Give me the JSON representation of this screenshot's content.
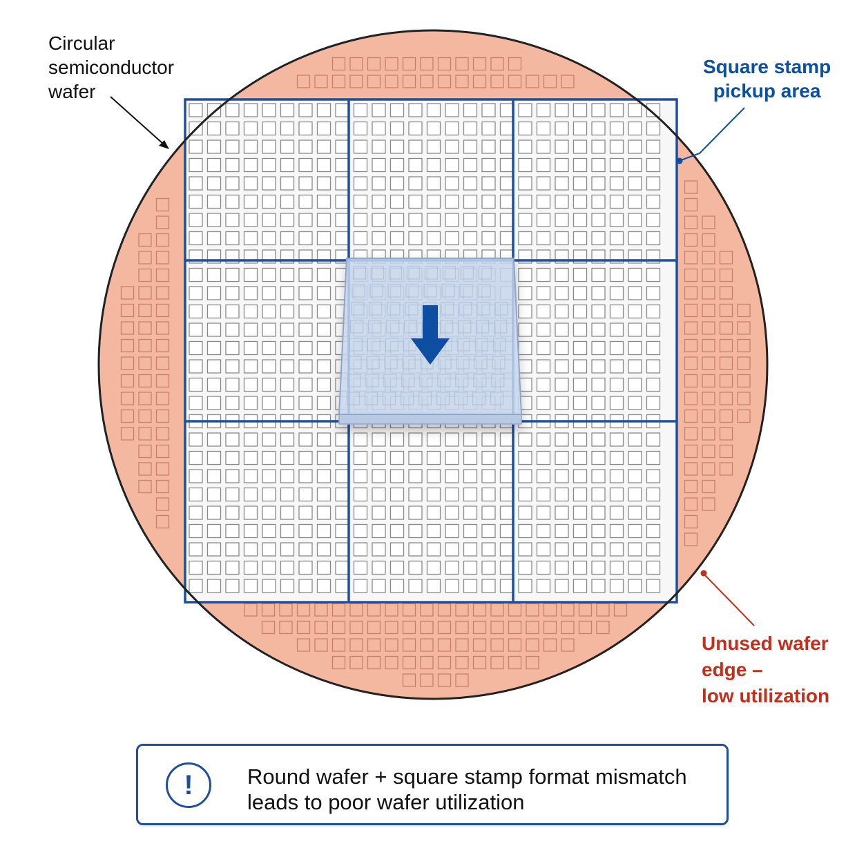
{
  "labels": {
    "wafer": [
      "Circular",
      "semiconductor",
      "wafer"
    ],
    "stamp": [
      "Square stamp",
      "pickup area"
    ],
    "unused": [
      "Unused wafer",
      "edge –",
      "low utilization"
    ]
  },
  "callout": {
    "icon": "!",
    "icon_name": "exclamation-circle-icon",
    "lines": [
      "Round wafer + square stamp format mismatch",
      "leads to poor wafer utilization"
    ]
  },
  "icons": {
    "stamp_arrow": "down-arrow-icon"
  },
  "colors": {
    "wafer_edge_fill": "#f4b7a0",
    "edge_die_stroke": "#c9806a",
    "stamp_region_fill": "#f7f7f7",
    "die_stroke": "#8a8a8a",
    "stamp_grid_blue": "#1f4f9a",
    "stamp_overlay": "#c9d9ef",
    "arrow_blue": "#0b4ea2",
    "label_blue": "#0b4ea2",
    "label_red": "#c0301c",
    "wafer_outline": "#222222"
  }
}
